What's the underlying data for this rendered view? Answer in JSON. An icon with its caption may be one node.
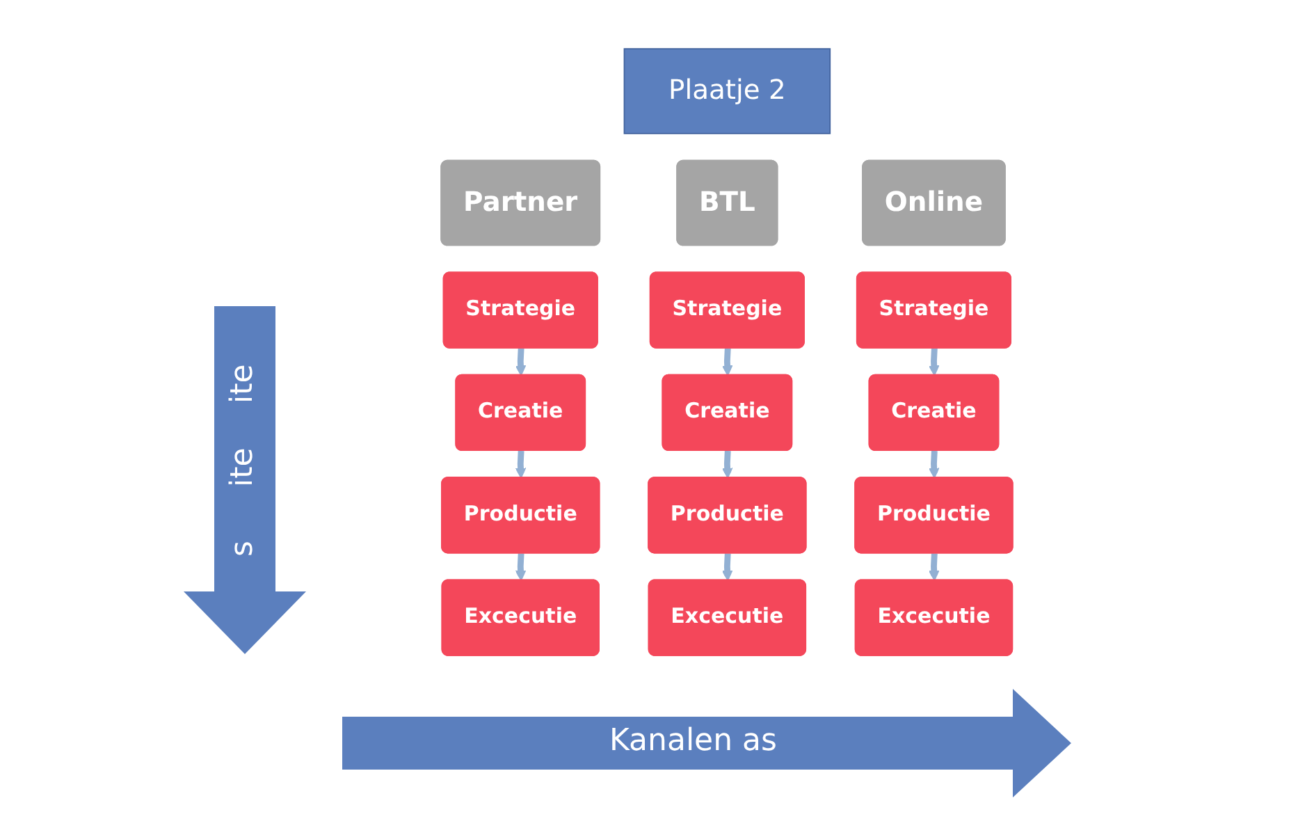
{
  "diagram": {
    "nodes": [
      {
        "text": [
          "Plaatje 2"
        ]
      },
      {
        "text": [
          "Partner"
        ]
      },
      {
        "text": [
          "BTL"
        ]
      },
      {
        "text": [
          "Online"
        ]
      },
      {
        "text": [
          "Strategie"
        ]
      },
      {
        "text": [
          "Strategie"
        ]
      },
      {
        "text": [
          "Strategie"
        ]
      },
      {
        "text": [
          "Creatie"
        ]
      },
      {
        "text": [
          "Creatie"
        ]
      },
      {
        "text": [
          "Creatie"
        ]
      },
      {
        "text": [
          "Productie"
        ]
      },
      {
        "text": [
          "Productie"
        ]
      },
      {
        "text": [
          "Productie"
        ]
      },
      {
        "text": [
          "Excecutie"
        ]
      },
      {
        "text": [
          "Excecutie"
        ]
      },
      {
        "text": [
          "Excecutie"
        ]
      }
    ],
    "edges": [
      {
        "from": 4,
        "to": 7,
        "arrow": "to"
      },
      {
        "from": 5,
        "to": 8,
        "arrow": "to"
      },
      {
        "from": 6,
        "to": 9,
        "arrow": "to"
      },
      {
        "from": 7,
        "to": 10,
        "arrow": "to"
      },
      {
        "from": 8,
        "to": 11,
        "arrow": "to"
      },
      {
        "from": 9,
        "to": 12,
        "arrow": "to"
      },
      {
        "from": 10,
        "to": 13,
        "arrow": "to"
      },
      {
        "from": 11,
        "to": 14,
        "arrow": "to"
      },
      {
        "from": 12,
        "to": 15,
        "arrow": "to"
      }
    ],
    "labels": [
      "ite",
      "ite",
      "s",
      "Kanalen as"
    ]
  }
}
